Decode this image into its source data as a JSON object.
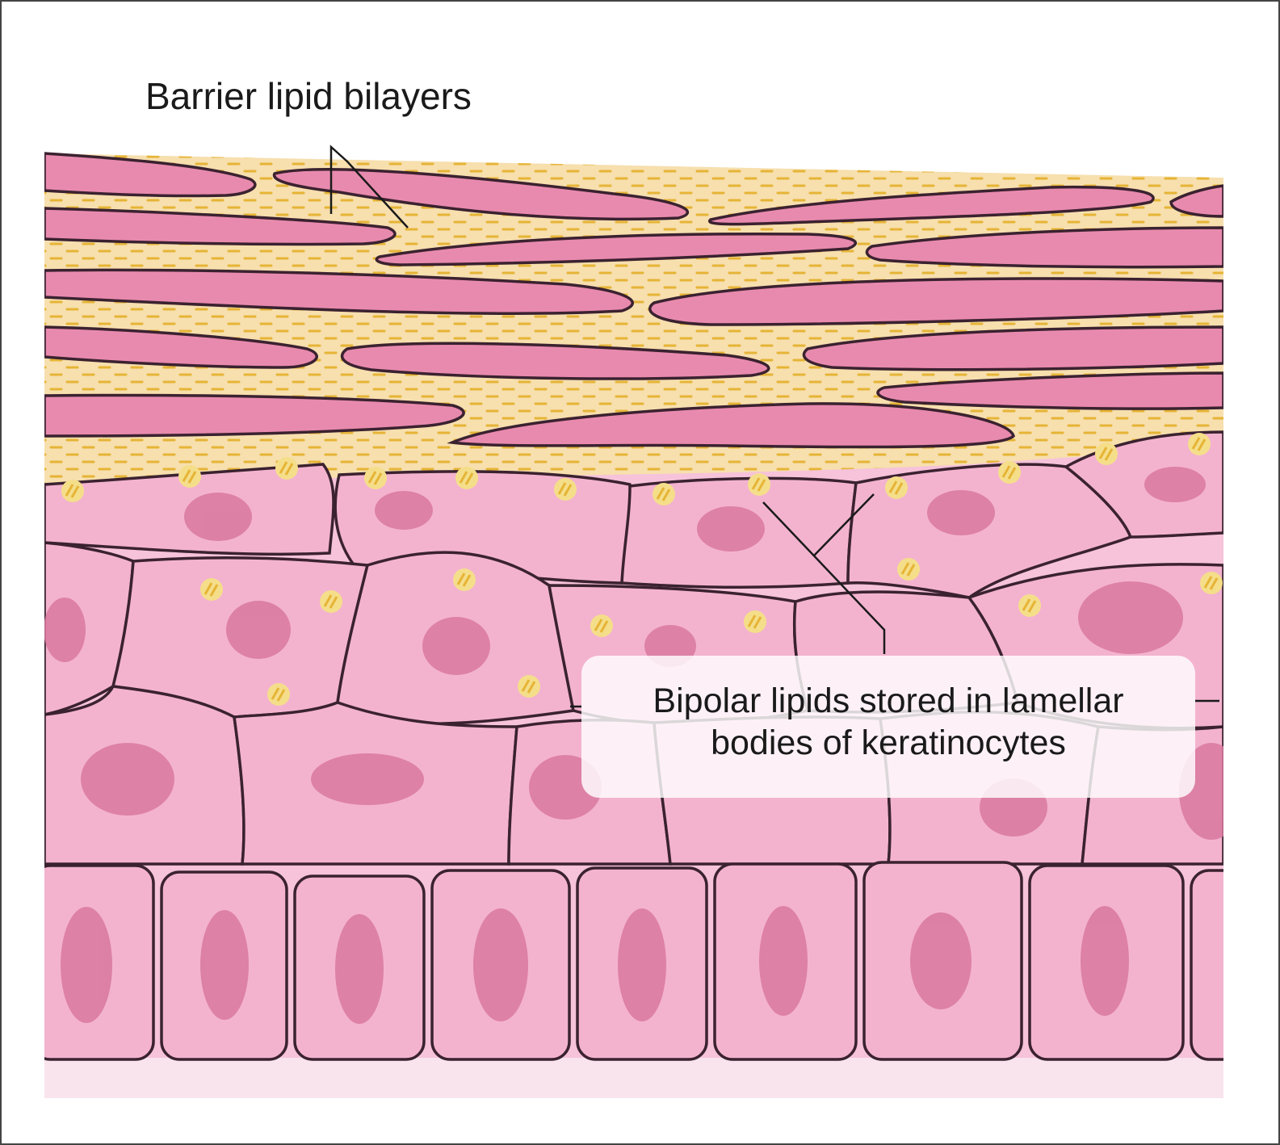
{
  "labels": {
    "top": "Barrier lipid bilayers",
    "bottom_line1": "Bipolar lipids stored in lamellar",
    "bottom_line2": "bodies of keratinocytes"
  },
  "colors": {
    "cell_fill": "#f3b3cf",
    "corneocyte_fill": "#e88aae",
    "nucleus_fill": "#d9789f",
    "lipid_matrix": "#f7dfae",
    "lipid_dash": "#e6b436",
    "outline": "#3b2230",
    "frame": "#444444"
  }
}
